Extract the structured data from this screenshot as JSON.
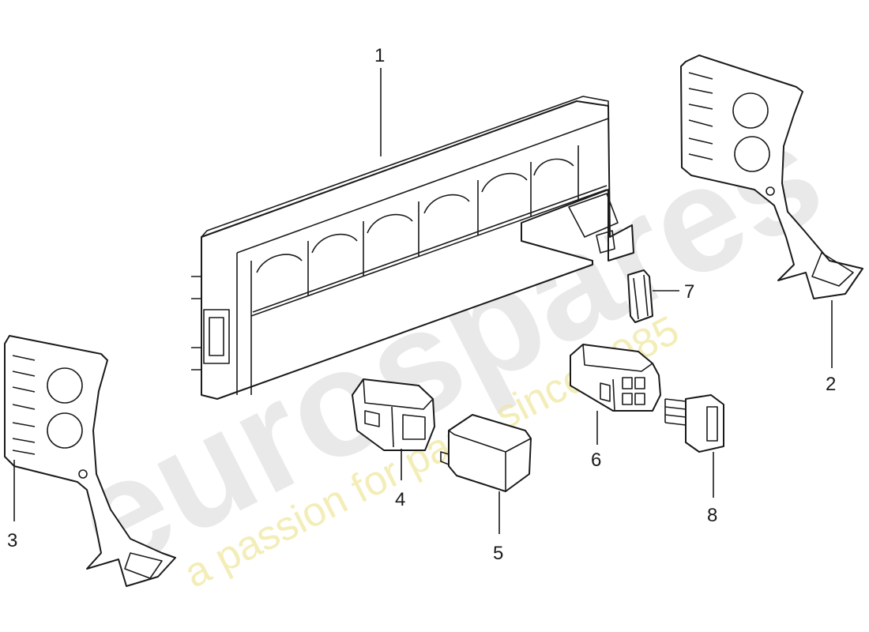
{
  "watermark": {
    "brand": "eurospares",
    "tagline": "a passion for parts since 1985"
  },
  "callouts": [
    {
      "id": "1",
      "label": "1"
    },
    {
      "id": "2",
      "label": "2"
    },
    {
      "id": "3",
      "label": "3"
    },
    {
      "id": "4",
      "label": "4"
    },
    {
      "id": "5",
      "label": "5"
    },
    {
      "id": "6",
      "label": "6"
    },
    {
      "id": "7",
      "label": "7"
    },
    {
      "id": "8",
      "label": "8"
    }
  ]
}
